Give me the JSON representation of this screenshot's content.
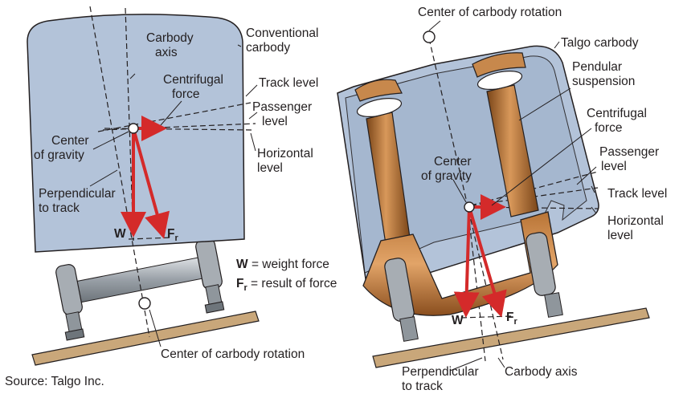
{
  "left": {
    "labels": {
      "carbody_axis_l1": "Carbody",
      "carbody_axis_l2": "axis",
      "conventional_l1": "Conventional",
      "conventional_l2": "carbody",
      "centrifugal_l1": "Centrifugal",
      "centrifugal_l2": "force",
      "track_level": "Track level",
      "passenger_l1": "Passenger",
      "passenger_l2": "level",
      "horizontal_l1": "Horizontal",
      "horizontal_l2": "level",
      "cog_l1": "Center",
      "cog_l2": "of gravity",
      "perp_l1": "Perpendicular",
      "perp_l2": "to track",
      "w": "W",
      "fr": "F",
      "fr_sub": "r",
      "rotation": "Center of carbody rotation"
    },
    "legend": {
      "w_key": "W",
      "w_text": " = weight force",
      "fr_key": "F",
      "fr_sub": "r",
      "fr_text": " = result of force"
    }
  },
  "right": {
    "labels": {
      "rotation": "Center of carbody rotation",
      "talgo": "Talgo carbody",
      "pendular_l1": "Pendular",
      "pendular_l2": "suspension",
      "centrifugal_l1": "Centrifugal",
      "centrifugal_l2": "force",
      "passenger_l1": "Passenger",
      "passenger_l2": "level",
      "cog_l1": "Center",
      "cog_l2": "of gravity",
      "track_level": "Track level",
      "horizontal_l1": "Horizontal",
      "horizontal_l2": "level",
      "w": "W",
      "fr": "F",
      "fr_sub": "r",
      "perp_l1": "Perpendicular",
      "perp_l2": "to track",
      "carbody_axis": "Carbody axis"
    }
  },
  "source": "Source: Talgo Inc.",
  "colors": {
    "carbody_fill": "#b3c3d9",
    "carbody_stroke": "#231f20",
    "arrow": "#d42a2a",
    "track": "#c9a77a",
    "column": "#b8743a",
    "column_dark": "#7a4518",
    "wheel": "#9ea4aa"
  }
}
